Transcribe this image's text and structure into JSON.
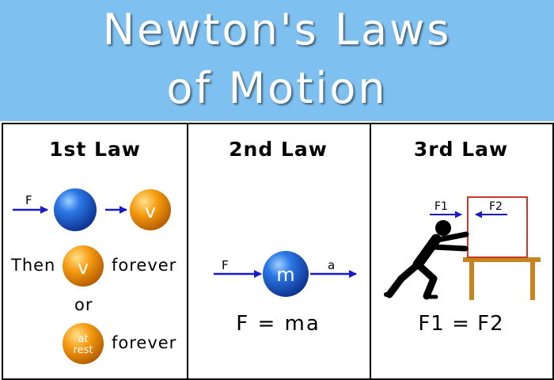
{
  "title": {
    "line1": "Newton's Laws",
    "line2": "of Motion"
  },
  "colors": {
    "banner": "#7ec0f0",
    "arrow": "#1a1acc",
    "blue_ball": "#1e5fd6",
    "orange_ball": "#f08a00",
    "box_outline": "#c83a2e",
    "table": "#c8841e",
    "figure": "#000000"
  },
  "law1": {
    "heading": "1st Law",
    "force_label": "F",
    "velocity_label": "v",
    "then_text": "Then",
    "then_ball_label": "v",
    "forever_text_1": "forever",
    "or_text": "or",
    "rest_label_top": "at",
    "rest_label_bottom": "rest",
    "forever_text_2": "forever"
  },
  "law2": {
    "heading": "2nd Law",
    "force_label": "F",
    "mass_label": "m",
    "accel_label": "a",
    "equation": "F = ma"
  },
  "law3": {
    "heading": "3rd Law",
    "force1_label": "F1",
    "force2_label": "F2",
    "equation": "F1 = F2"
  }
}
